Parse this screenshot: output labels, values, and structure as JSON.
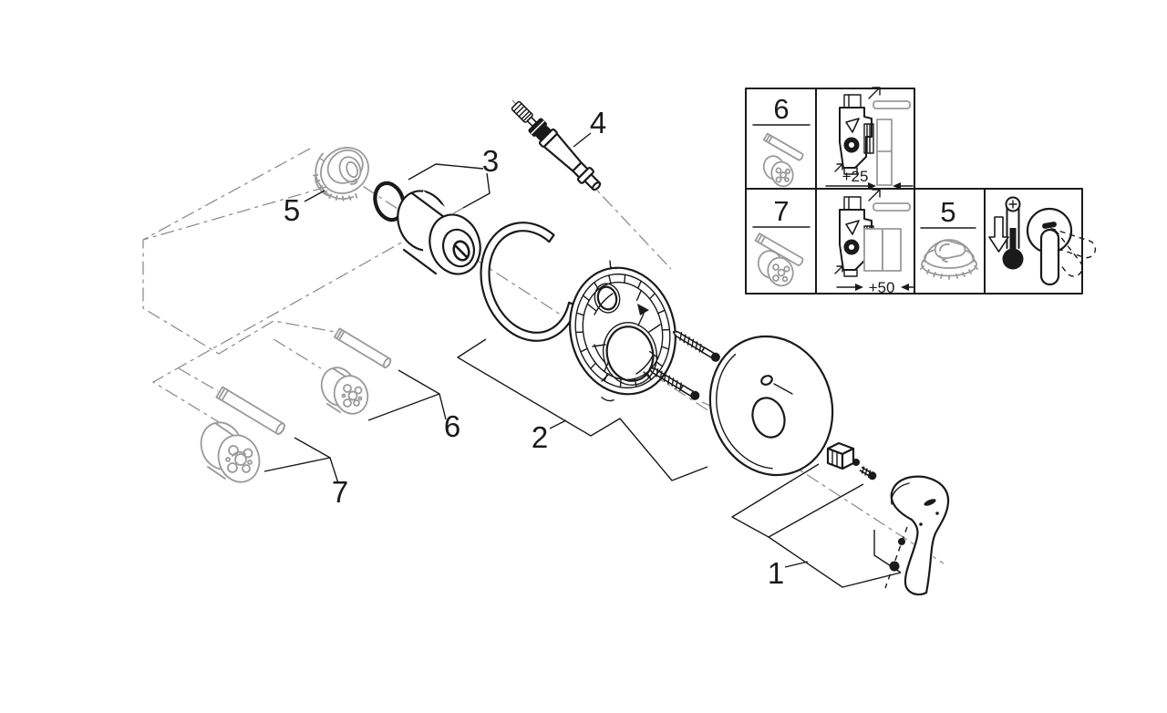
{
  "diagram": {
    "background": "#ffffff",
    "line_color": "#1a1a1a",
    "secondary_color": "#9a9a9a",
    "part_labels": {
      "p1": "1",
      "p2": "2",
      "p3": "3",
      "p4": "4",
      "p5": "5",
      "p6": "6",
      "p7": "7"
    },
    "inset": {
      "cell_6_label": "6",
      "cell_7_label": "7",
      "cell_5_label": "5",
      "dim_25": "+25",
      "dim_50": "+50"
    }
  }
}
